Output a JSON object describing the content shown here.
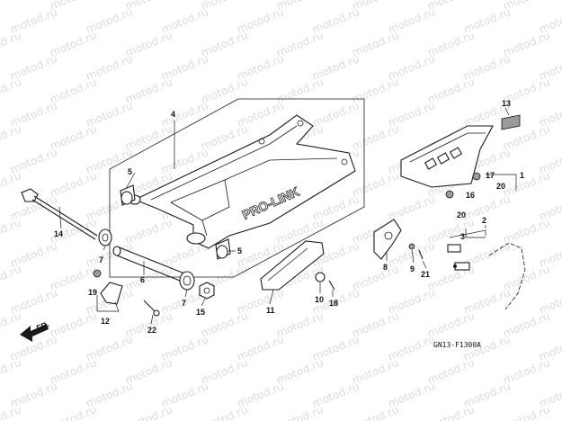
{
  "watermark": {
    "text": "motod.ru",
    "color": "#dcdcdc"
  },
  "diagram_code": "GN13-F1300A",
  "direction_label": "FR.",
  "swingarm_logo": "PRO-LINK",
  "callouts": {
    "c1": "1",
    "c2": "2",
    "c3": "3",
    "c4": "4",
    "c5a": "5",
    "c5b": "5",
    "c6": "6",
    "c7a": "7",
    "c7b": "7",
    "c8": "8",
    "c9": "9",
    "c10": "10",
    "c11": "11",
    "c12": "12",
    "c13": "13",
    "c14": "14",
    "c15": "15",
    "c16": "16",
    "c17": "17",
    "c18": "18",
    "c19": "19",
    "c20a": "20",
    "c20b": "20",
    "c21": "21",
    "c22": "22"
  },
  "colors": {
    "line": "#1a1a1a",
    "paper": "#ffffff",
    "shade": "#9a9a9a"
  }
}
